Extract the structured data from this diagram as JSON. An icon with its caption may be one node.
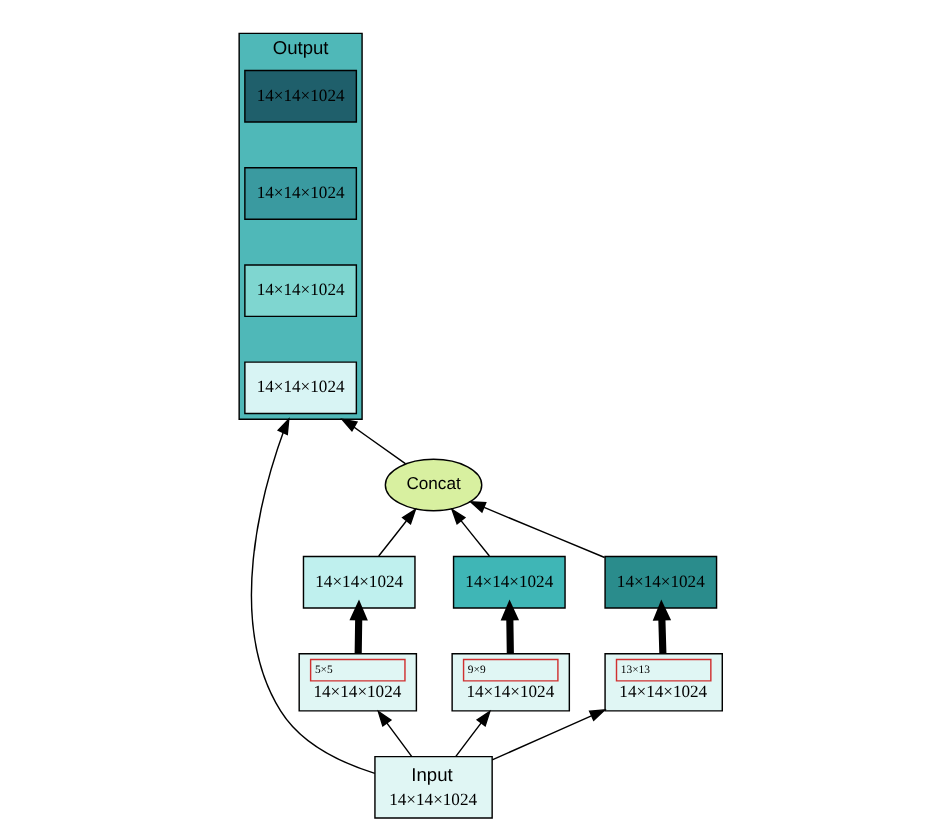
{
  "diagram": {
    "nodes": [
      {
        "text": [
          "Output"
        ]
      },
      {
        "text": [
          "14×14×1024"
        ],
        "in": 0
      },
      {
        "text": [
          "14×14×1024"
        ],
        "in": 0
      },
      {
        "text": [
          "14×14×1024"
        ],
        "in": 0
      },
      {
        "text": [
          "14×14×1024"
        ],
        "in": 0
      },
      {
        "text": [
          "Concat"
        ]
      },
      {
        "text": [
          "14×14×1024"
        ]
      },
      {
        "text": [
          "14×14×1024"
        ]
      },
      {
        "text": [
          "14×14×1024"
        ]
      },
      {
        "text": [
          "5×5",
          "14×14×1024"
        ]
      },
      {
        "text": [
          "9×9",
          "14×14×1024"
        ]
      },
      {
        "text": [
          "13×13",
          "14×14×1024"
        ]
      },
      {
        "text": [
          "Input",
          "14×14×1024"
        ]
      }
    ],
    "edges": [
      {
        "from": 12,
        "to": 9,
        "arrow": "to"
      },
      {
        "from": 12,
        "to": 10,
        "arrow": "to"
      },
      {
        "from": 12,
        "to": 11,
        "arrow": "to"
      },
      {
        "from": 12,
        "to": 0,
        "arrow": "to"
      },
      {
        "from": 9,
        "to": 6,
        "arrow": "to",
        "style": "thick"
      },
      {
        "from": 10,
        "to": 7,
        "arrow": "to",
        "style": "thick"
      },
      {
        "from": 11,
        "to": 8,
        "arrow": "to",
        "style": "thick"
      },
      {
        "from": 6,
        "to": 5,
        "arrow": "to"
      },
      {
        "from": 7,
        "to": 5,
        "arrow": "to"
      },
      {
        "from": 8,
        "to": 5,
        "arrow": "to"
      },
      {
        "from": 5,
        "to": 0,
        "arrow": "to"
      }
    ]
  }
}
